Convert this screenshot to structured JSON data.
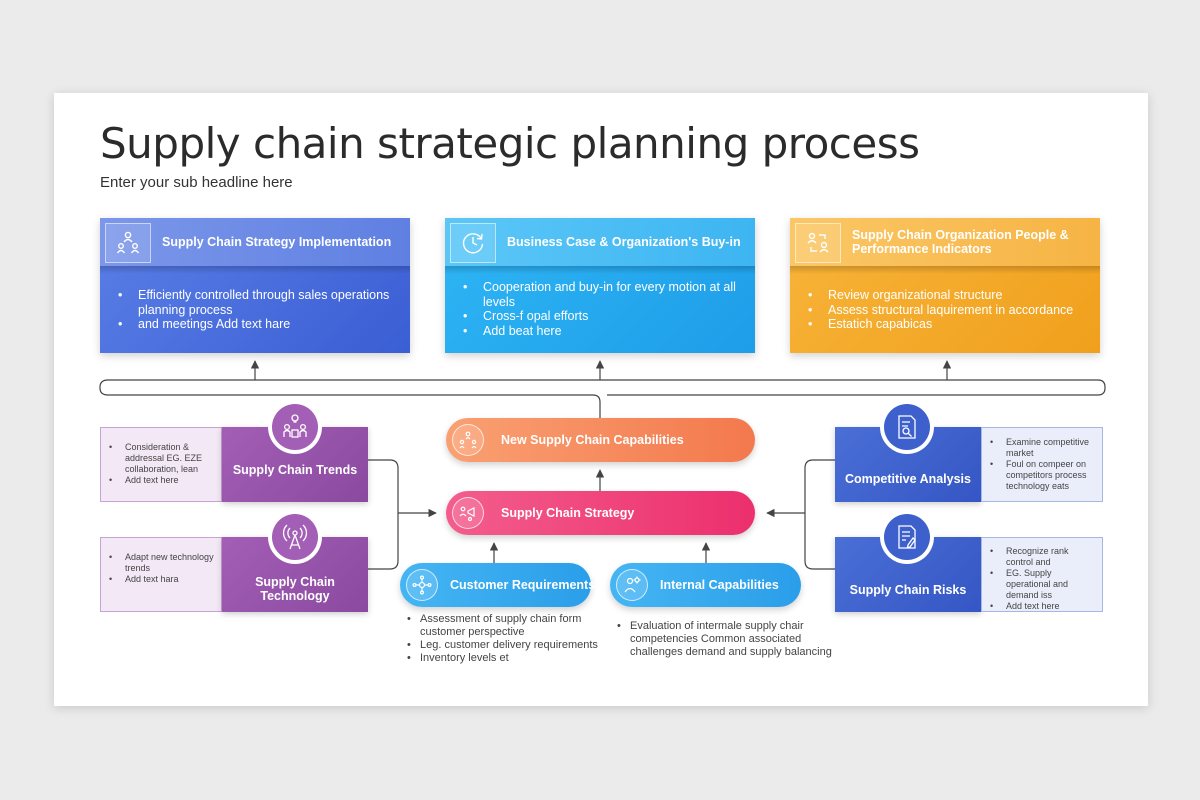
{
  "title": "Supply chain strategic planning process",
  "subtitle": "Enter your sub headline here",
  "top_cards": [
    {
      "title": "Supply Chain Strategy Implementation",
      "icon": "people-network-icon",
      "color": "#3f63d8",
      "bullets": [
        "Efficiently controlled through sales operations planning process",
        "and meetings Add text hare"
      ]
    },
    {
      "title": "Business Case & Organization's Buy-in",
      "icon": "clock-refresh-icon",
      "color": "#25a8ef",
      "bullets": [
        "Cooperation and buy-in for every motion at all levels",
        "Cross-f opal efforts",
        "Add beat here"
      ]
    },
    {
      "title": "Supply Chain Organization People & Performance Indicators",
      "icon": "people-exchange-icon",
      "color": "#f4a828",
      "bullets": [
        "Review organizational structure",
        "Assess  structural laquirement in accordance",
        "Estatich capabicas"
      ]
    }
  ],
  "left_items": [
    {
      "label": "Supply Chain Trends",
      "icon": "team-lightbulb-icon",
      "bullets": [
        "Consideration & addressal EG. EZE collaboration, lean",
        "Add text here"
      ]
    },
    {
      "label": "Supply Chain Technology",
      "icon": "antenna-tower-icon",
      "bullets": [
        "Adapt new technology trends",
        "Add text hara"
      ]
    }
  ],
  "right_items": [
    {
      "label": "Competitive Analysis",
      "icon": "document-magnifier-icon",
      "bullets": [
        "Examine competitive market",
        "Foul on compeer on competitors process technology eats"
      ]
    },
    {
      "label": "Supply Chain Risks",
      "icon": "document-pen-icon",
      "bullets": [
        "Recognize rank control and",
        "EG. Supply operational and demand iss",
        "Add text here"
      ]
    }
  ],
  "center_pills": {
    "new_capabilities": {
      "label": "New Supply Chain Capabilities",
      "icon": "team-network-icon"
    },
    "strategy": {
      "label": "Supply Chain Strategy",
      "icon": "team-megaphone-icon"
    },
    "customer": {
      "label": "Customer Requirements",
      "icon": "hub-network-icon",
      "bullets": [
        "Assessment  of supply chain form customer perspective",
        "Leg. customer  delivery requirements",
        "Inventory levels et"
      ]
    },
    "internal": {
      "label": "Internal Capabilities",
      "icon": "person-gear-icon",
      "bullets": [
        "Evaluation of intermale supply chair competencies Common associated challenges demand and supply balancing"
      ]
    }
  },
  "colors": {
    "orange_pill": "#f58a5a",
    "pink_pill": "#ee3a78",
    "cyan_pill": "#2fa6ee",
    "purple": "#9553ab",
    "navy": "#3d60cc",
    "connector": "#444444"
  }
}
